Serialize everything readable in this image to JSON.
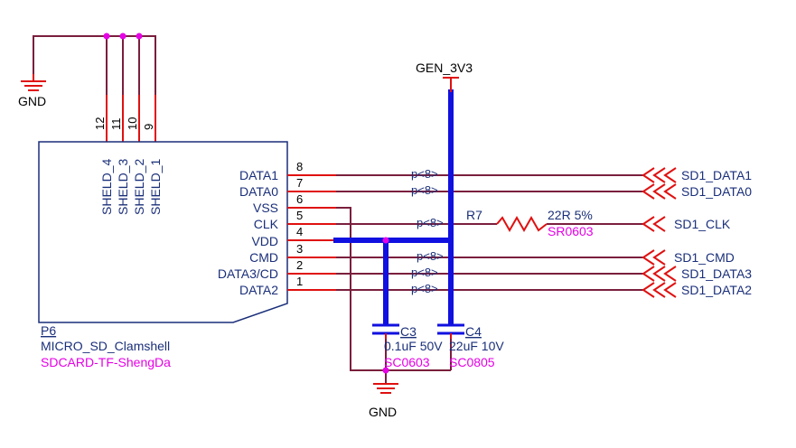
{
  "component": {
    "designator": "P6",
    "comment": "MICRO_SD_Clamshell",
    "footprint": "SDCARD-TF-ShengDa",
    "pins": [
      {
        "num": "8",
        "name": "DATA1"
      },
      {
        "num": "7",
        "name": "DATA0"
      },
      {
        "num": "6",
        "name": "VSS"
      },
      {
        "num": "5",
        "name": "CLK"
      },
      {
        "num": "4",
        "name": "VDD"
      },
      {
        "num": "3",
        "name": "CMD"
      },
      {
        "num": "2",
        "name": "DATA3/CD"
      },
      {
        "num": "1",
        "name": "DATA2"
      }
    ],
    "shield_pins": [
      {
        "num": "12",
        "name": "SHELD_4"
      },
      {
        "num": "11",
        "name": "SHELD_3"
      },
      {
        "num": "10",
        "name": "SHELD_2"
      },
      {
        "num": "9",
        "name": "SHELD_1"
      }
    ]
  },
  "power": {
    "supply_label": "GEN_3V3",
    "ground_label_top": "GND",
    "ground_label_bottom": "GND"
  },
  "resistor": {
    "designator": "R7",
    "value": "22R 5%",
    "footprint": "SR0603"
  },
  "capacitors": [
    {
      "designator": "C3",
      "value": "0.1uF 50V",
      "footprint": "SC0603"
    },
    {
      "designator": "C4",
      "value": "22uF 10V",
      "footprint": "SC0805"
    }
  ],
  "nets": {
    "marker": "p<8>",
    "ports": [
      "SD1_DATA1",
      "SD1_DATA0",
      "SD1_CLK",
      "SD1_CMD",
      "SD1_DATA3",
      "SD1_DATA2"
    ]
  },
  "colors": {
    "wire": "#7a1f3d",
    "pin": "#e01010",
    "bus": "#1010e0",
    "text": "#1a2f7a",
    "junction": "#e600e6"
  }
}
